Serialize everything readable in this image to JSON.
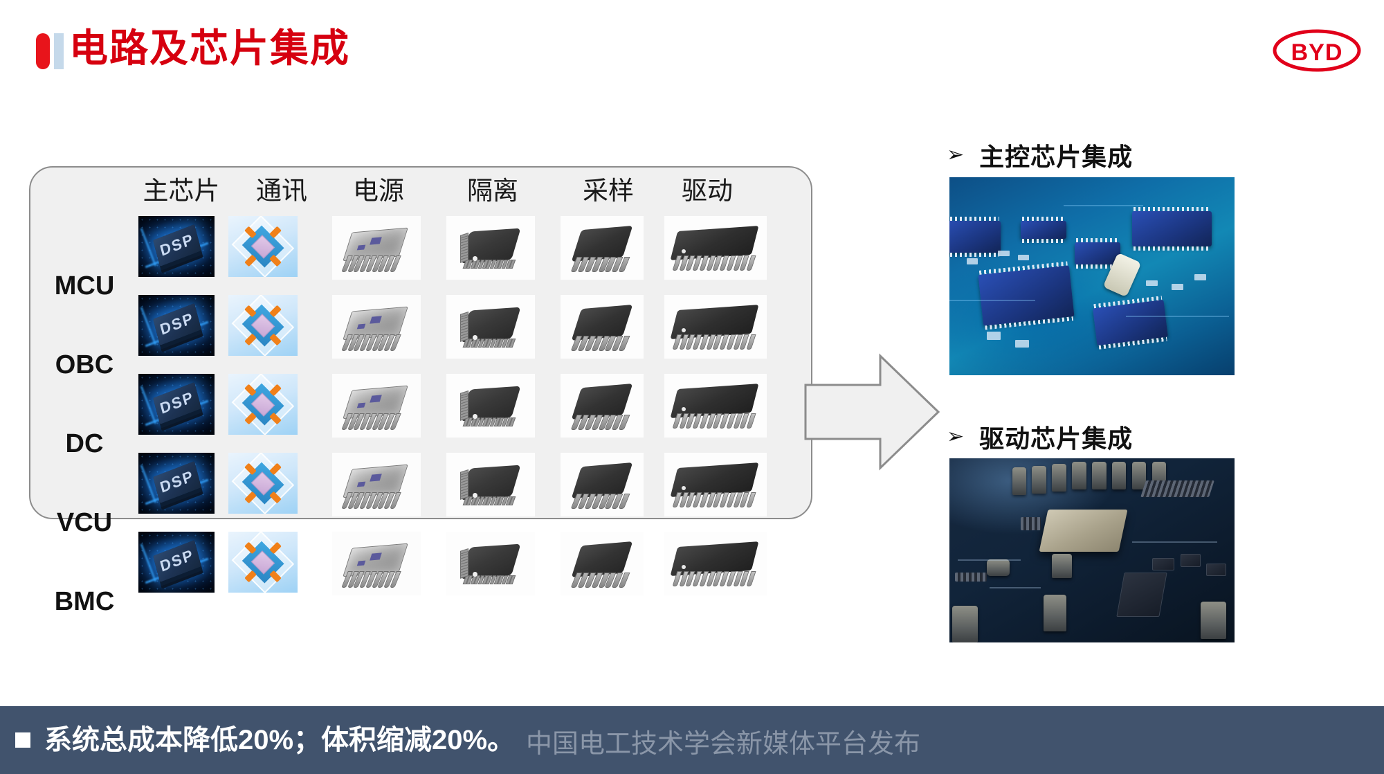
{
  "header": {
    "title": "电路及芯片集成",
    "logo_text": "BYD",
    "marker_red": "#e8141b",
    "marker_blue": "#c5d9ea",
    "title_color": "#d6000f"
  },
  "matrix": {
    "column_headers": [
      "主芯片",
      "通讯",
      "电源",
      "隔离",
      "采样",
      "驱动"
    ],
    "row_labels": [
      "MCU",
      "OBC",
      "DC",
      "VCU",
      "BMC"
    ],
    "cell_icon_names": [
      "dsp-chip",
      "package-chip",
      "grey-ic-chip",
      "qfp-chip",
      "soic-chip",
      "wide-soic-chip"
    ],
    "dsp_label": "DSP",
    "panel_bg": "#f0f0f0",
    "panel_border": "#8c8c8c"
  },
  "arrow": {
    "icon": "right-block-arrow",
    "fill": "#f0f0f0",
    "stroke": "#8c8c8c"
  },
  "right": {
    "bullet": "➢",
    "sections": [
      {
        "heading": "主控芯片集成",
        "image_name": "blue-pcb-photo"
      },
      {
        "heading": "驱动芯片集成",
        "image_name": "dark-motherboard-photo"
      }
    ]
  },
  "footer": {
    "bullet": "■",
    "text": "系统总成本降低20%；体积缩减20%。",
    "watermark": "中国电工技术学会新媒体平台发布",
    "bg": "#41536d",
    "text_color": "#ffffff",
    "watermark_color": "#97a2b3"
  }
}
